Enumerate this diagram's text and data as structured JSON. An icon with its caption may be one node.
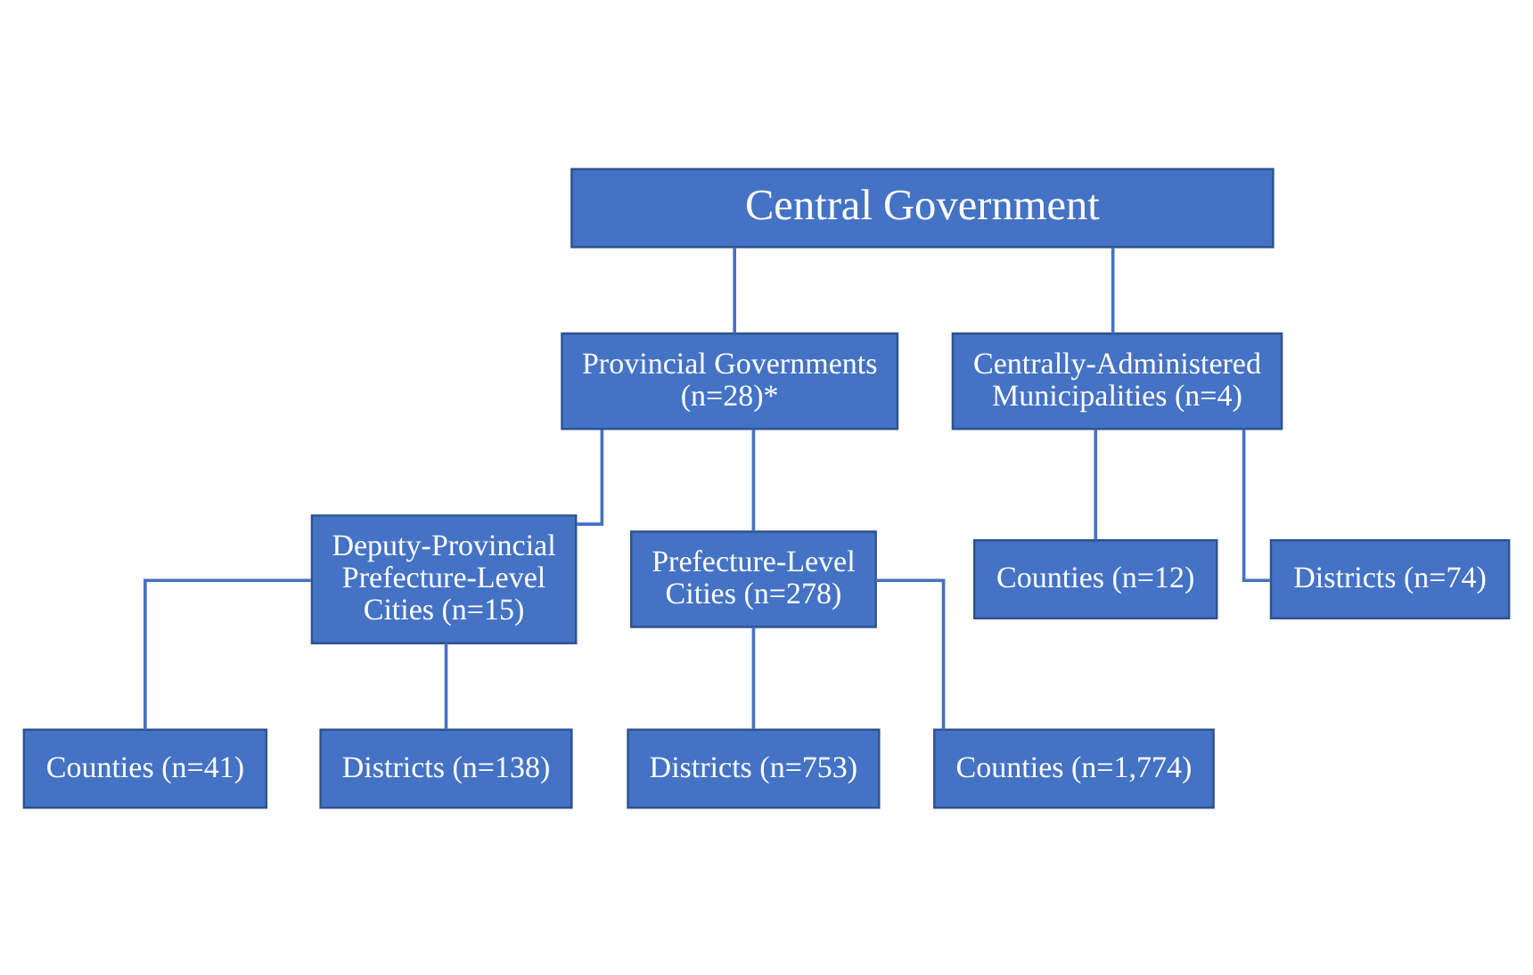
{
  "diagram": {
    "nodes": [
      {
        "text": [
          "Central Government"
        ]
      },
      {
        "text": [
          "Provincial Governments (n=28)*"
        ]
      },
      {
        "text": [
          "Centrally-Administered Municipalities (n=4)"
        ]
      },
      {
        "text": [
          "Deputy-Provincial Prefecture-Level Cities (n=15)"
        ]
      },
      {
        "text": [
          "Prefecture-Level Cities (n=278)"
        ]
      },
      {
        "text": [
          "Counties (n=12)"
        ]
      },
      {
        "text": [
          "Districts (n=74)"
        ]
      },
      {
        "text": [
          "Counties (n=41)"
        ]
      },
      {
        "text": [
          "Districts (n=138)"
        ]
      },
      {
        "text": [
          "Districts (n=753)"
        ]
      },
      {
        "text": [
          "Counties (n=1,774)"
        ]
      }
    ],
    "edges": [
      {
        "from": 0,
        "to": 1,
        "arrow": "none"
      },
      {
        "from": 0,
        "to": 2,
        "arrow": "none"
      },
      {
        "from": 1,
        "to": 3,
        "arrow": "none"
      },
      {
        "from": 1,
        "to": 4,
        "arrow": "none"
      },
      {
        "from": 2,
        "to": 5,
        "arrow": "none"
      },
      {
        "from": 2,
        "to": 6,
        "arrow": "none"
      },
      {
        "from": 3,
        "to": 7,
        "arrow": "none"
      },
      {
        "from": 3,
        "to": 8,
        "arrow": "none"
      },
      {
        "from": 4,
        "to": 9,
        "arrow": "none"
      },
      {
        "from": 4,
        "to": 10,
        "arrow": "none"
      }
    ]
  }
}
